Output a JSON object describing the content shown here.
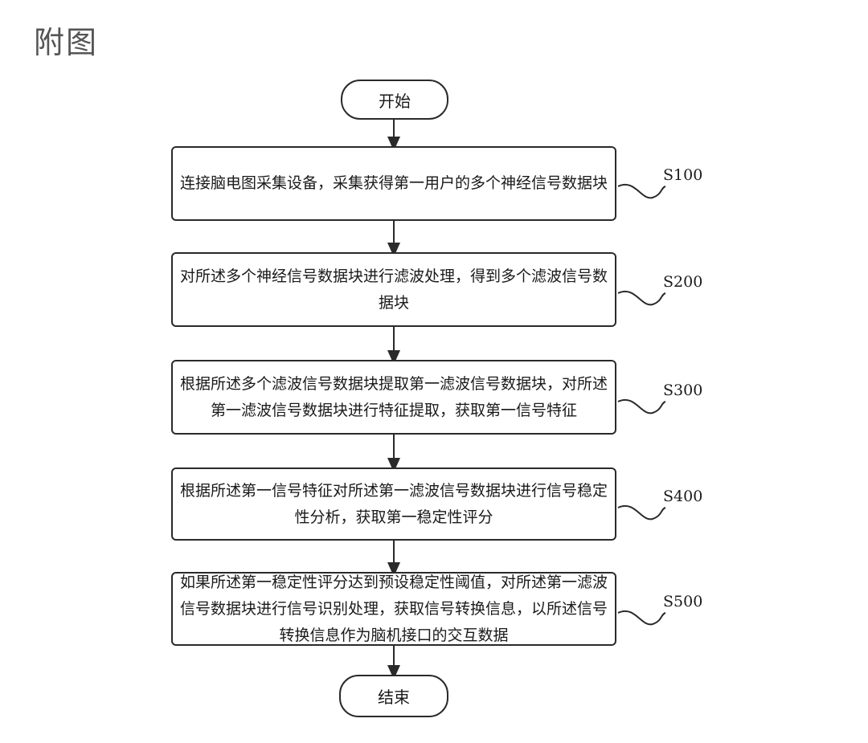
{
  "heading": "附图",
  "start": "开始",
  "end": "结束",
  "steps": [
    {
      "label": "S100",
      "text": "连接脑电图采集设备，采集获得第一用户的多个神经信号数据块"
    },
    {
      "label": "S200",
      "text": "对所述多个神经信号数据块进行滤波处理，得到多个滤波信号数据块"
    },
    {
      "label": "S300",
      "text": "根据所述多个滤波信号数据块提取第一滤波信号数据块，对所述第一滤波信号数据块进行特征提取，获取第一信号特征"
    },
    {
      "label": "S400",
      "text": "根据所述第一信号特征对所述第一滤波信号数据块进行信号稳定性分析，获取第一稳定性评分"
    },
    {
      "label": "S500",
      "text": "如果所述第一稳定性评分达到预设稳定性阈值，对所述第一滤波信号数据块进行信号识别处理，获取信号转换信息，以所述信号转换信息作为脑机接口的交互数据"
    }
  ]
}
